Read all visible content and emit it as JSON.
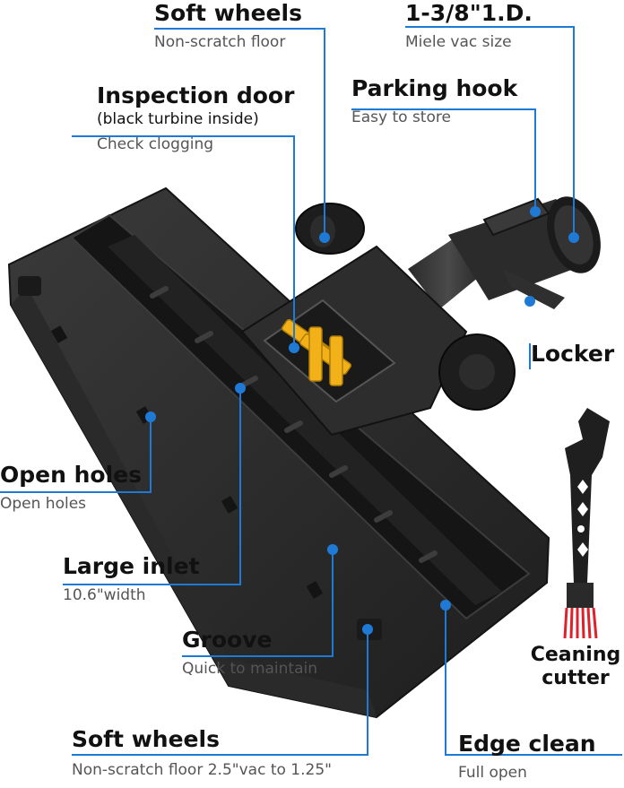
{
  "callouts": {
    "soft_wheels_top": {
      "title": "Soft wheels",
      "desc": "Non-scratch floor"
    },
    "id_size": {
      "title": "1-3/8\"1.D.",
      "desc": "Miele vac size"
    },
    "inspection_door": {
      "title": "Inspection door",
      "note": "(black turbine inside)",
      "desc": "Check clogging"
    },
    "parking_hook": {
      "title": "Parking hook",
      "desc": "Easy to store"
    },
    "locker": {
      "title": "Locker"
    },
    "open_holes": {
      "title": "Open holes",
      "desc": "Open holes"
    },
    "large_inlet": {
      "title": "Large inlet",
      "desc": "10.6\"width"
    },
    "groove": {
      "title": "Groove",
      "desc": "Quick to maintain"
    },
    "soft_wheels_bottom": {
      "title": "Soft wheels",
      "desc": "Non-scratch floor 2.5\"vac to 1.25\""
    },
    "edge_clean": {
      "title": "Edge clean",
      "desc": "Full open"
    }
  },
  "tool": {
    "line1": "Ceaning",
    "line2": "cutter"
  },
  "colors": {
    "leader": "#1f7ad6",
    "body": "#2c2c2c",
    "turbine": "#f2b118",
    "bristles": "#e0202a"
  }
}
